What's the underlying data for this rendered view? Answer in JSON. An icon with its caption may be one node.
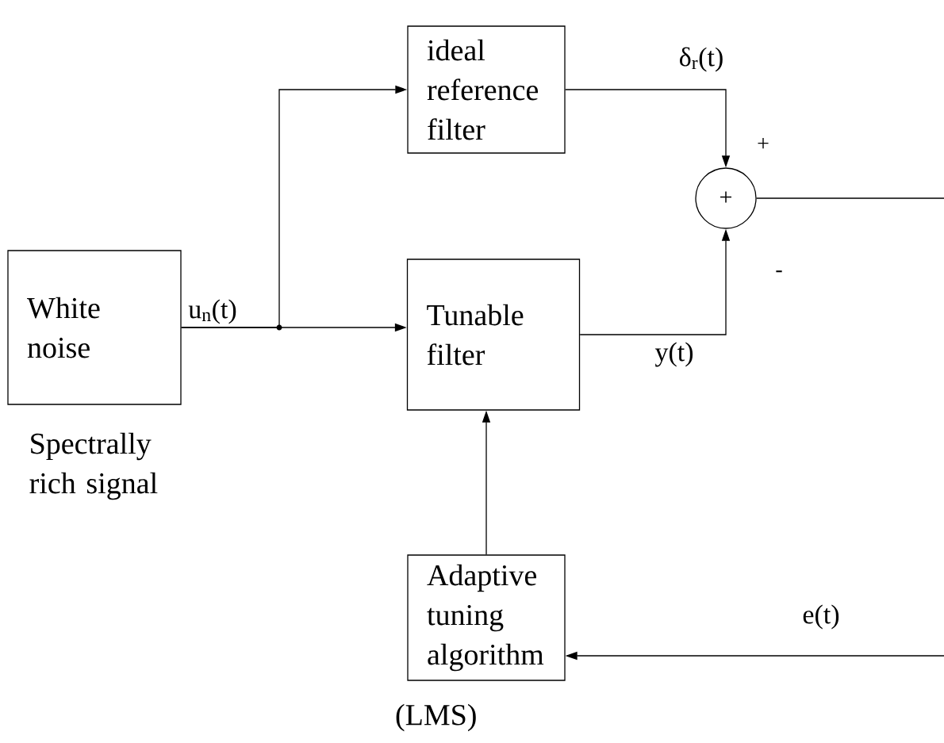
{
  "diagram": {
    "nodes": [
      {
        "text": [
          "White noise"
        ],
        "beside": [
          "Spectrally rich signal"
        ]
      },
      {
        "text": [
          "ideal reference filter"
        ]
      },
      {
        "text": [
          "Tunable filter"
        ]
      },
      {
        "text": [
          "+"
        ]
      },
      {
        "text": [
          "Adaptive tuning algorithm"
        ],
        "beside": [
          "(LMS)"
        ]
      }
    ],
    "edges": [
      {
        "from": 0,
        "to": 1,
        "arrow": "to"
      },
      {
        "from": 0,
        "to": 2,
        "arrow": "to",
        "label": "u$_{n}$(t)"
      },
      {
        "from": 1,
        "to": 3,
        "arrow": "to",
        "label": "δ$_{r}$(t)"
      },
      {
        "from": 2,
        "to": 3,
        "arrow": "to",
        "label": "y(t)"
      },
      {
        "from": 3,
        "to": null,
        "arrow": "none"
      },
      {
        "from": null,
        "to": 4,
        "arrow": "to",
        "label": "e(t)"
      },
      {
        "from": 4,
        "to": 2,
        "arrow": "to"
      }
    ],
    "labels": [
      "+",
      "-"
    ]
  }
}
